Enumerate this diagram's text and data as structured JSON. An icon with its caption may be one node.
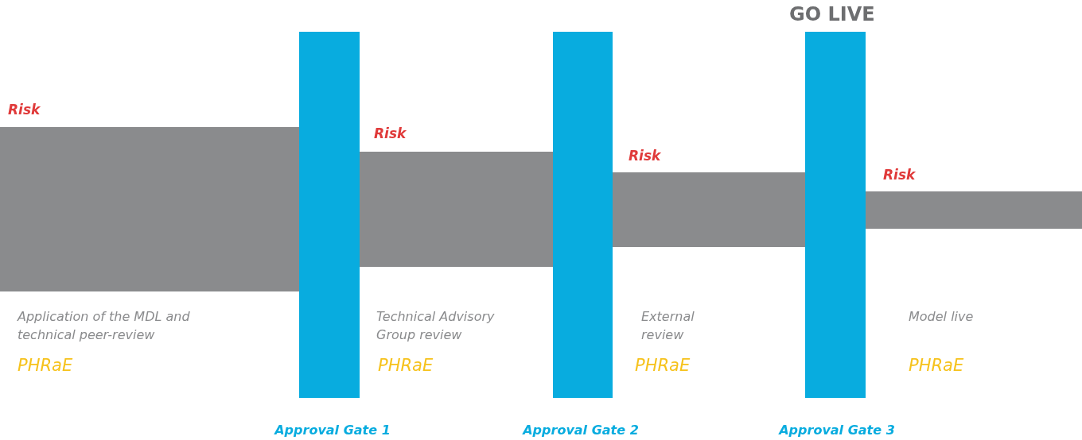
{
  "diagram": {
    "nodes": [
      {
        "text": [],
        "shape": "bar",
        "beside": [
          "Risk",
          "Application of the MDL and technical peer-review",
          "PHRaE"
        ]
      },
      {
        "text": [
          "Approval Gate 1"
        ]
      },
      {
        "text": [],
        "shape": "bar",
        "beside": [
          "Risk",
          "Technical Advisory Group review",
          "PHRaE"
        ]
      },
      {
        "text": [
          "Approval Gate 2"
        ]
      },
      {
        "text": [],
        "shape": "bar",
        "beside": [
          "Risk",
          "External review",
          "PHRaE"
        ]
      },
      {
        "text": [
          "Approval Gate 3"
        ],
        "beside": [
          "GO LIVE"
        ]
      },
      {
        "text": [],
        "shape": "bar",
        "beside": [
          "Risk",
          "Model live",
          "PHRaE"
        ]
      }
    ]
  }
}
